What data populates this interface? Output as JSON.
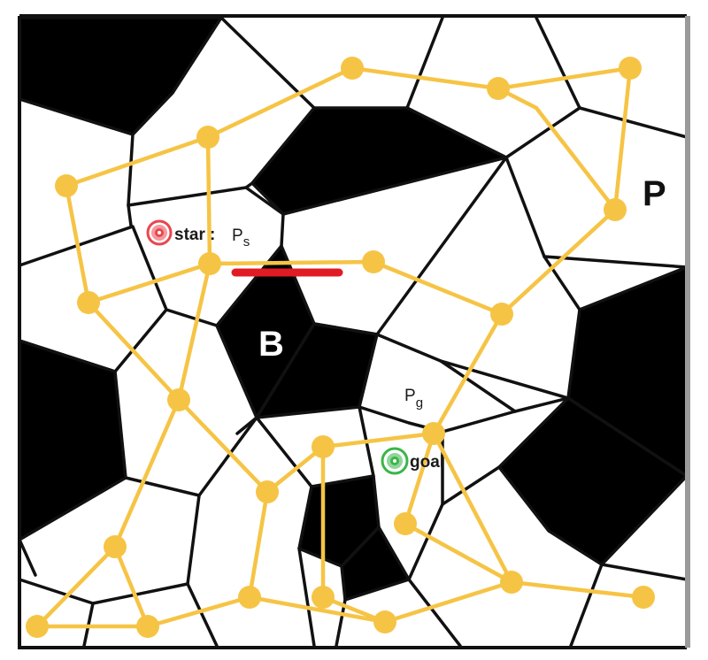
{
  "labels": {
    "region_p": "P",
    "obstacle_b": "B",
    "start_text": "star",
    "start_sep": ":",
    "ps_main": "P",
    "ps_sub": "s",
    "pg_main": "P",
    "pg_sub": "g",
    "goal_text": "goal"
  },
  "colors": {
    "background": "#ffffff",
    "obstacle": "#000000",
    "edge": "#111111",
    "roadmap": "#f6c445",
    "start_marker": "#e8474f",
    "goal_marker": "#3bb54a",
    "blocked_edge": "#e01b24",
    "frame_right": "#9a9a9a"
  },
  "icons": {
    "start": "start-target-icon",
    "goal": "goal-target-icon"
  }
}
